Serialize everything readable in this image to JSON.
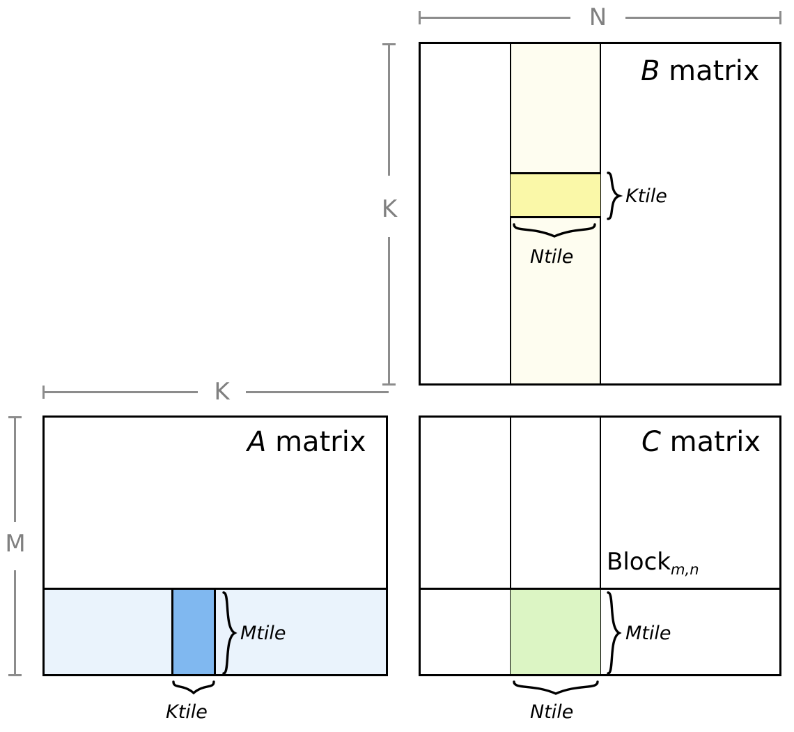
{
  "diagram": {
    "title": "Tiled matrix multiplication blocking diagram",
    "colors": {
      "outline": "#000000",
      "dimension_rule": "#8c8c8c",
      "b_column_band": "#fefdf0",
      "b_ktile": "#faf8a8",
      "a_row_band": "#eaf3fc",
      "a_ktile": "#80b8f0",
      "c_tile": "#dcf5c4"
    }
  },
  "dimensions": {
    "n_label": "N",
    "k_label_vertical": "K",
    "k_label_horizontal": "K",
    "m_label": "M"
  },
  "matrices": {
    "b": {
      "var": "B",
      "word": "matrix",
      "ktile_label": "Ktile",
      "ntile_label": "Ntile"
    },
    "a": {
      "var": "A",
      "word": "matrix",
      "mtile_label": "Mtile",
      "ktile_label": "Ktile"
    },
    "c": {
      "var": "C",
      "word": "matrix",
      "block_word": "Block",
      "block_subscript": "m,n",
      "mtile_label": "Mtile",
      "ntile_label": "Ntile"
    }
  }
}
